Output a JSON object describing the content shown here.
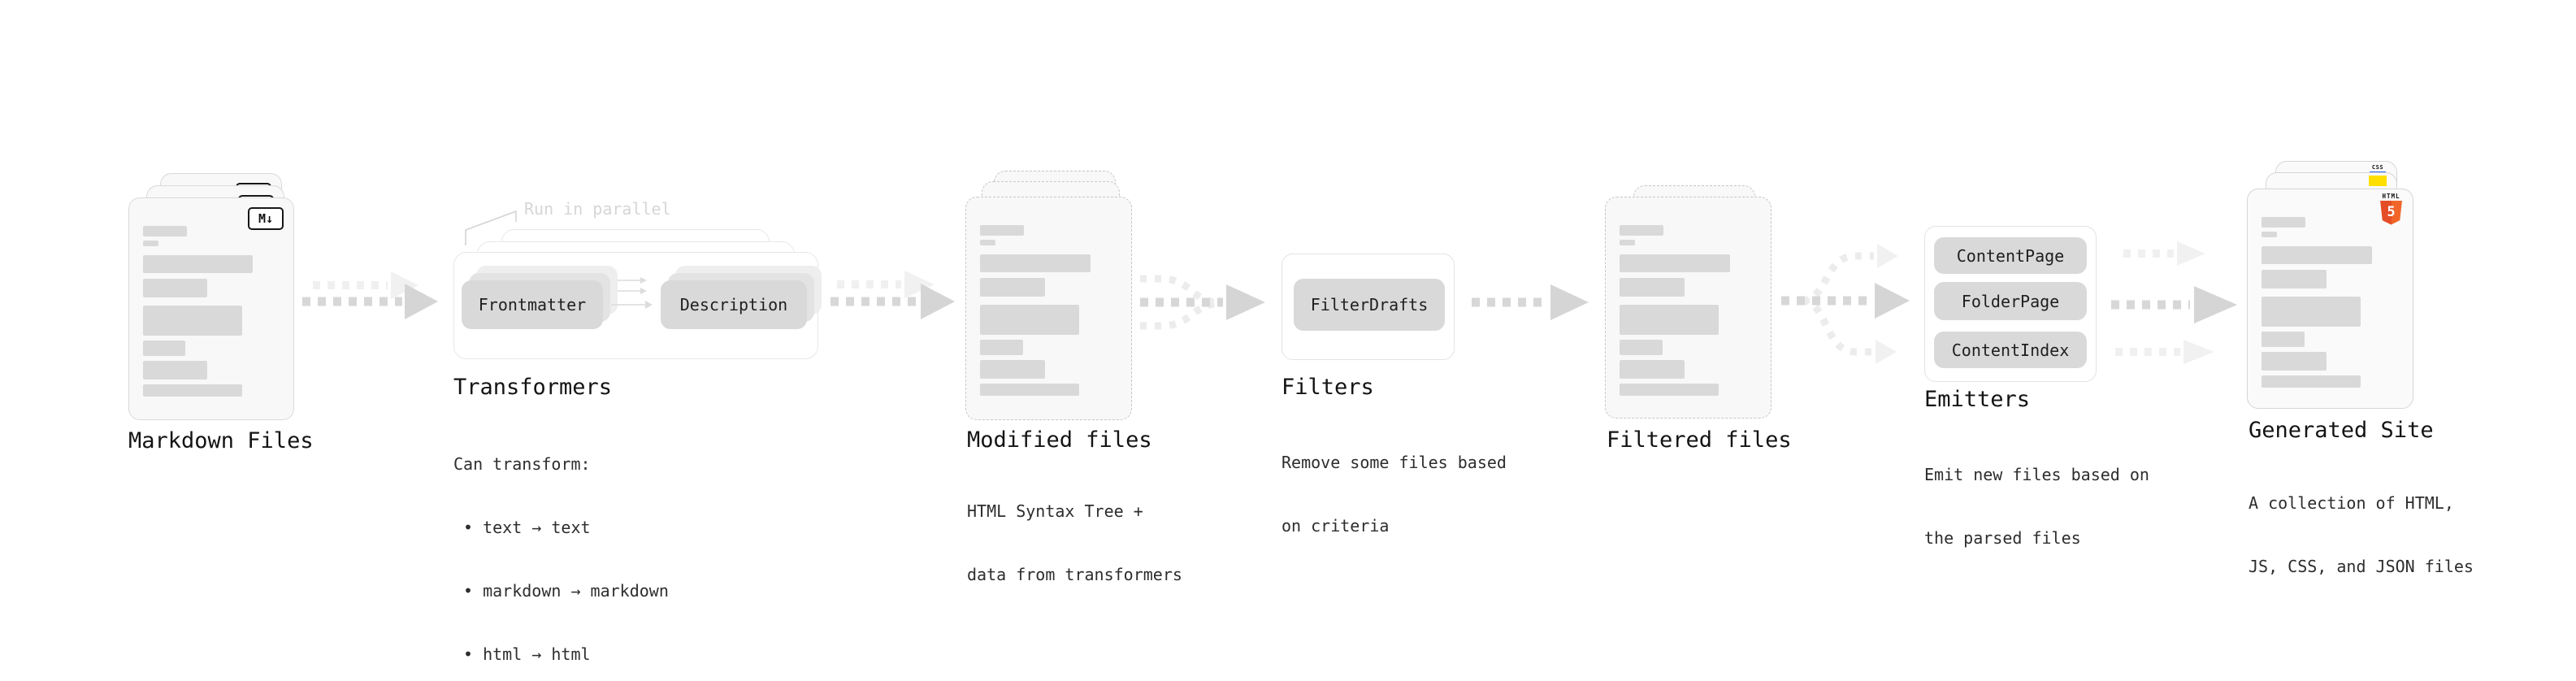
{
  "markdown": {
    "label": "Markdown Files",
    "badge": "M↓"
  },
  "transformers": {
    "callout": "Run in parallel",
    "box1": "Frontmatter",
    "box2": "Description",
    "heading": "Transformers",
    "body_intro": "Can transform:",
    "bullets": [
      "• text → text",
      "• markdown → markdown",
      "• html → html"
    ]
  },
  "modified": {
    "heading": "Modified files",
    "body": [
      "HTML Syntax Tree +",
      "data from transformers"
    ]
  },
  "filters": {
    "box": "FilterDrafts",
    "heading": "Filters",
    "body": [
      "Remove some files based",
      "on criteria"
    ]
  },
  "filtered": {
    "heading": "Filtered files"
  },
  "emitters": {
    "boxes": [
      "ContentPage",
      "FolderPage",
      "ContentIndex"
    ],
    "heading": "Emitters",
    "body": [
      "Emit new files based on",
      "the parsed files"
    ]
  },
  "generated": {
    "heading": "Generated Site",
    "body": [
      "A collection of HTML,",
      "JS, CSS, and JSON files"
    ],
    "css_label": "CSS",
    "html5_label": "HTML",
    "html5_number": "5"
  },
  "colors": {
    "html5_orange": "#e44d26",
    "html5_orange_light": "#f16529",
    "js_yellow": "#ffdf00",
    "css_blue": "#2965f1",
    "bar_gray": "#d9d9d9",
    "arrow_gray": "#d5d5d5",
    "arrow_light": "#f0f0f0"
  }
}
